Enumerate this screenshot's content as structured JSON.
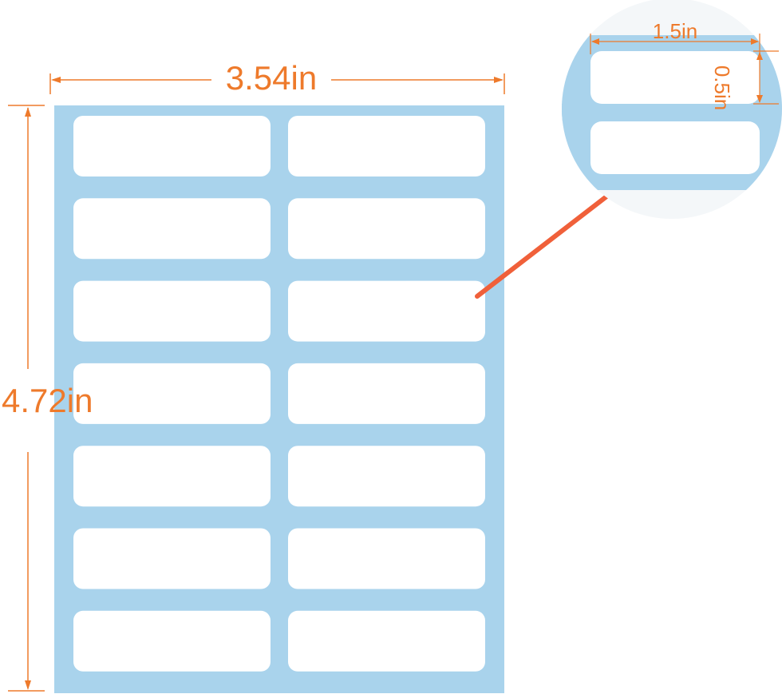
{
  "dimensions": {
    "width_label": "3.54in",
    "height_label": "4.72in",
    "label_width_label": "1.5in",
    "label_height_label": "0.5in"
  },
  "sheet": {
    "rows": 7,
    "columns": 2,
    "label_count": 14
  },
  "colors": {
    "backing": "#a9d3ec",
    "label": "#ffffff",
    "dimension": "#ee7a2b",
    "pointer_arrow": "#f0603a"
  }
}
